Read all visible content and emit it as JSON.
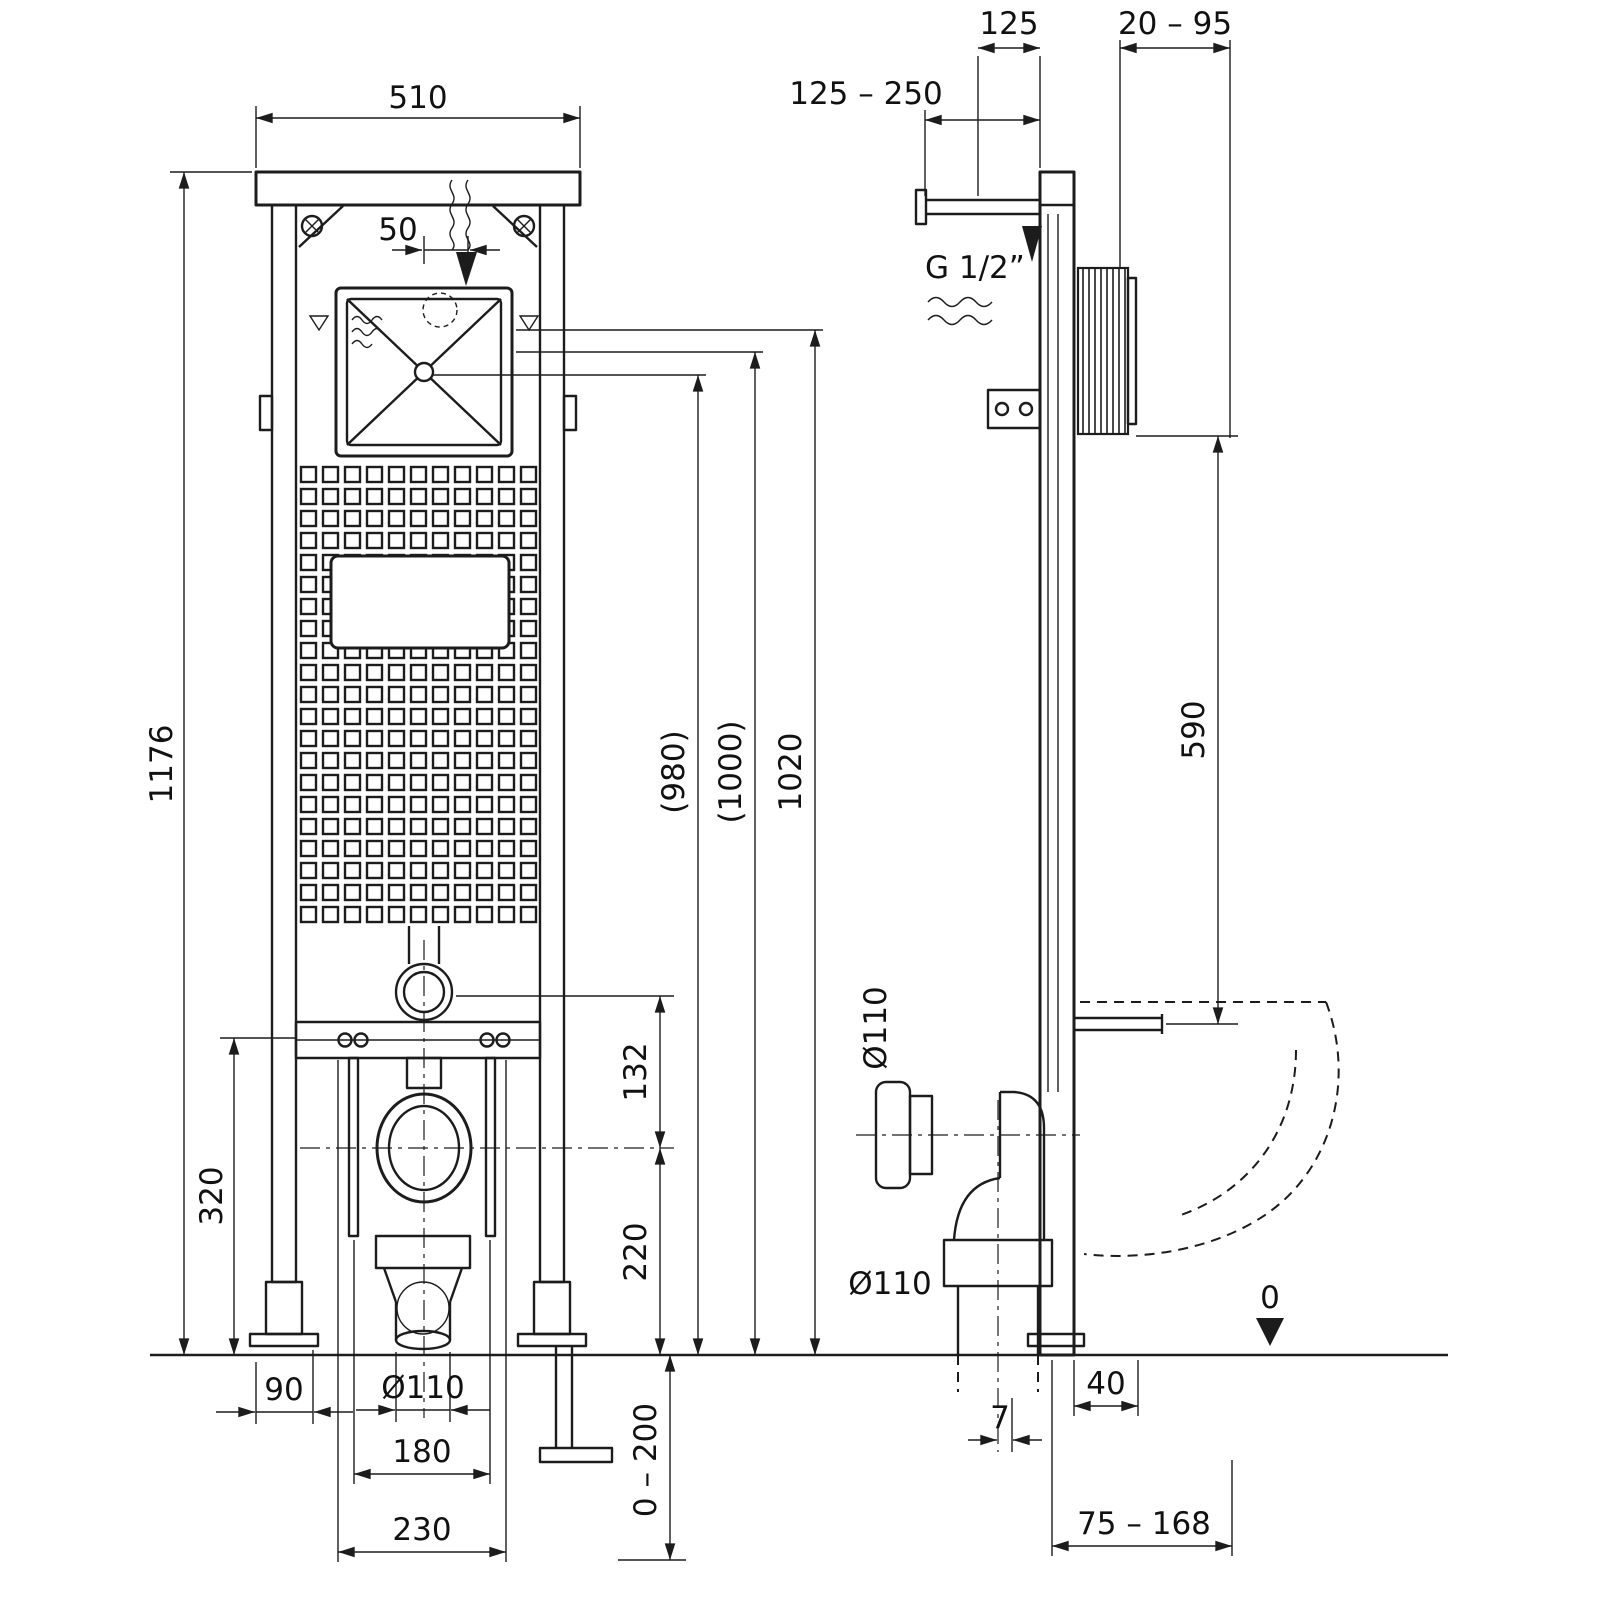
{
  "front_view": {
    "width_510": "510",
    "inlet_offset_50": "50",
    "height_1176": "1176",
    "support_height_320": "320",
    "foot_offset_90": "90",
    "drain_diameter": "Ø110",
    "stud_spacing_180": "180",
    "fixing_spacing_230": "230",
    "flush_to_outlet_132": "132",
    "outlet_height_220": "220",
    "foot_adjust_0_200": "0 – 200",
    "level_980": "(980)",
    "level_1000": "(1000)",
    "level_1020": "1020"
  },
  "side_view": {
    "wall_distance_125_250": "125 – 250",
    "depth_125": "125",
    "anchor_range_20_95": "20 – 95",
    "water_connection": "G 1/2”",
    "bracket_height_590": "590",
    "outlet_diameter": "Ø110",
    "drain_diameter": "Ø110",
    "offset_7": "7",
    "depth_40": "40",
    "range_75_168": "75 – 168",
    "floor_datum": "0"
  },
  "colors": {
    "line": "#1c1c1c",
    "background": "#ffffff"
  }
}
